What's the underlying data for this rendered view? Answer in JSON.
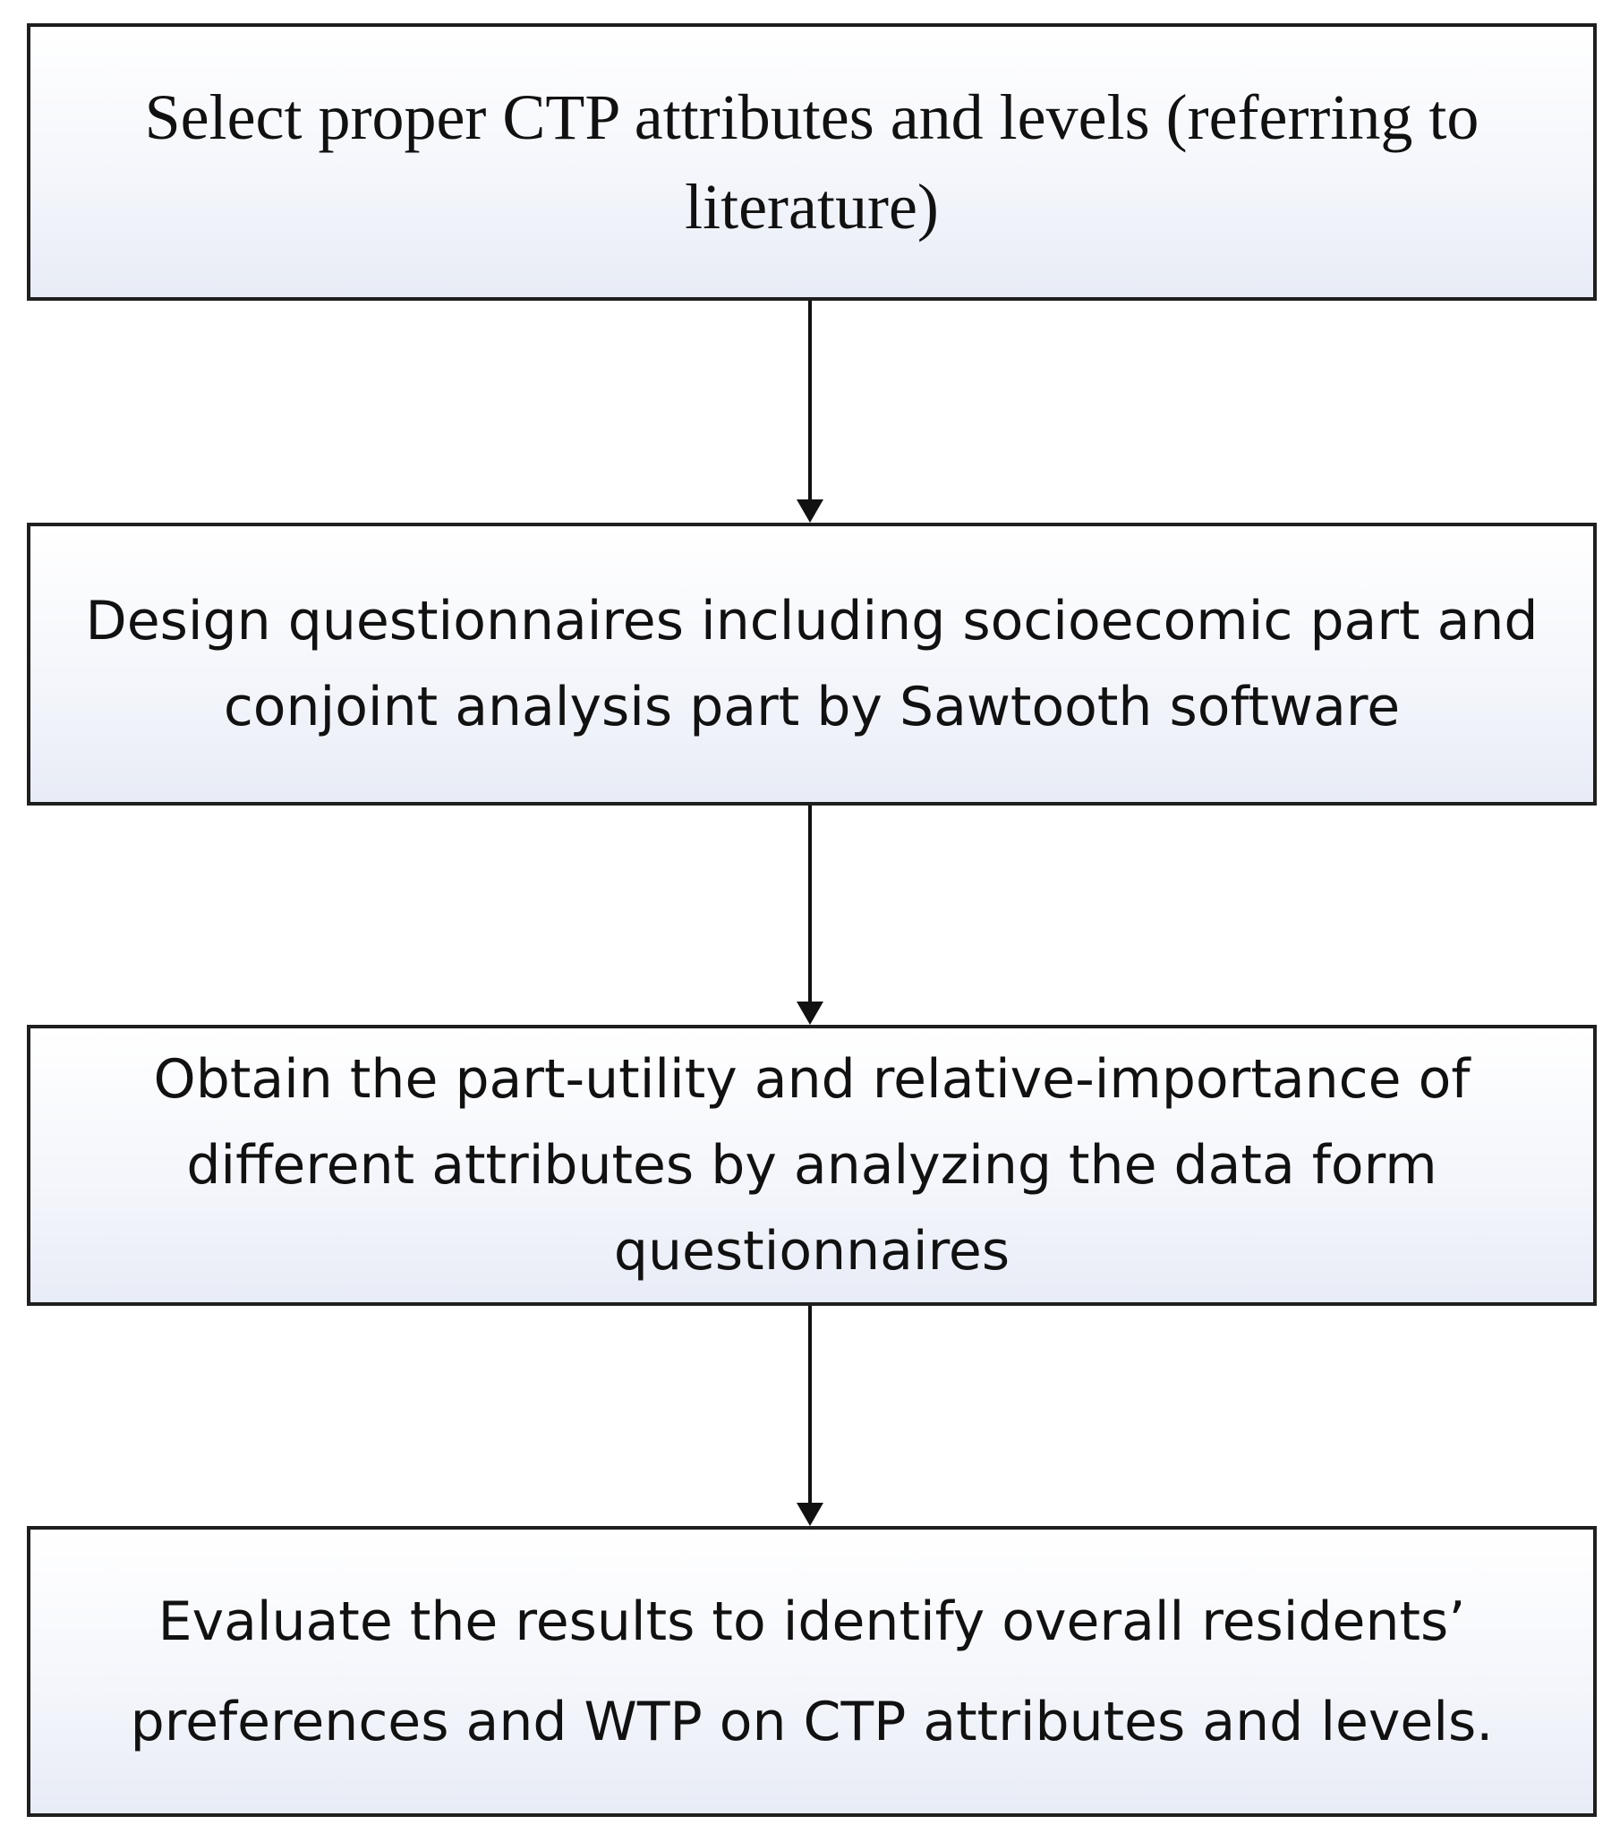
{
  "steps": [
    {
      "text": "Select proper CTP attributes and levels (referring to literature)"
    },
    {
      "text": "Design questionnaires including socioecomic part and conjoint analysis part by Sawtooth software"
    },
    {
      "text": "Obtain the part-utility and relative-importance of different attributes by analyzing the data form questionnaires"
    },
    {
      "text": "Evaluate the results to identify overall residents’　preferences and WTP on CTP attributes and levels."
    }
  ],
  "colors": {
    "border": "#1f1f1f",
    "box_fill_top": "#ffffff",
    "box_fill_bottom": "#e8ecf6",
    "text": "#111111",
    "arrow": "#111111"
  }
}
